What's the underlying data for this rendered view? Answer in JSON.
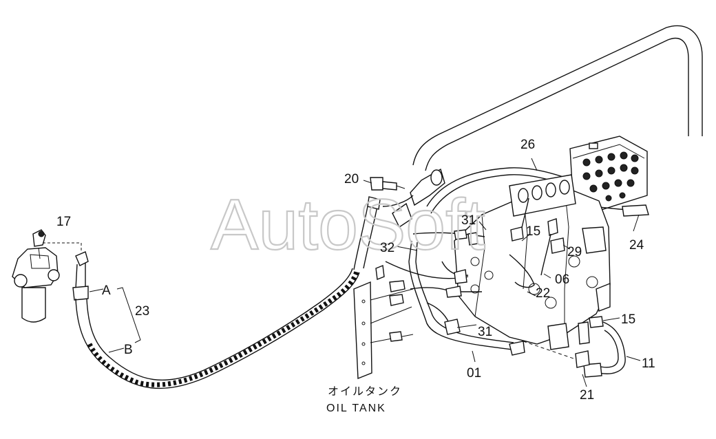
{
  "watermark": "AutoSoft",
  "caption": {
    "japanese": "オイルタンク",
    "english": "OIL TANK"
  },
  "callouts": [
    {
      "id": "17",
      "text": "17"
    },
    {
      "id": "a",
      "text": "A"
    },
    {
      "id": "23",
      "text": "23"
    },
    {
      "id": "b",
      "text": "B"
    },
    {
      "id": "20",
      "text": "20"
    },
    {
      "id": "26",
      "text": "26"
    },
    {
      "id": "31-top",
      "text": "31"
    },
    {
      "id": "15-top",
      "text": "15"
    },
    {
      "id": "32",
      "text": "32"
    },
    {
      "id": "29",
      "text": "29"
    },
    {
      "id": "24",
      "text": "24"
    },
    {
      "id": "06",
      "text": "06"
    },
    {
      "id": "22",
      "text": "22"
    },
    {
      "id": "31-bottom",
      "text": "31"
    },
    {
      "id": "15-right",
      "text": "15"
    },
    {
      "id": "11",
      "text": "11"
    },
    {
      "id": "01",
      "text": "01"
    },
    {
      "id": "21",
      "text": "21"
    }
  ]
}
